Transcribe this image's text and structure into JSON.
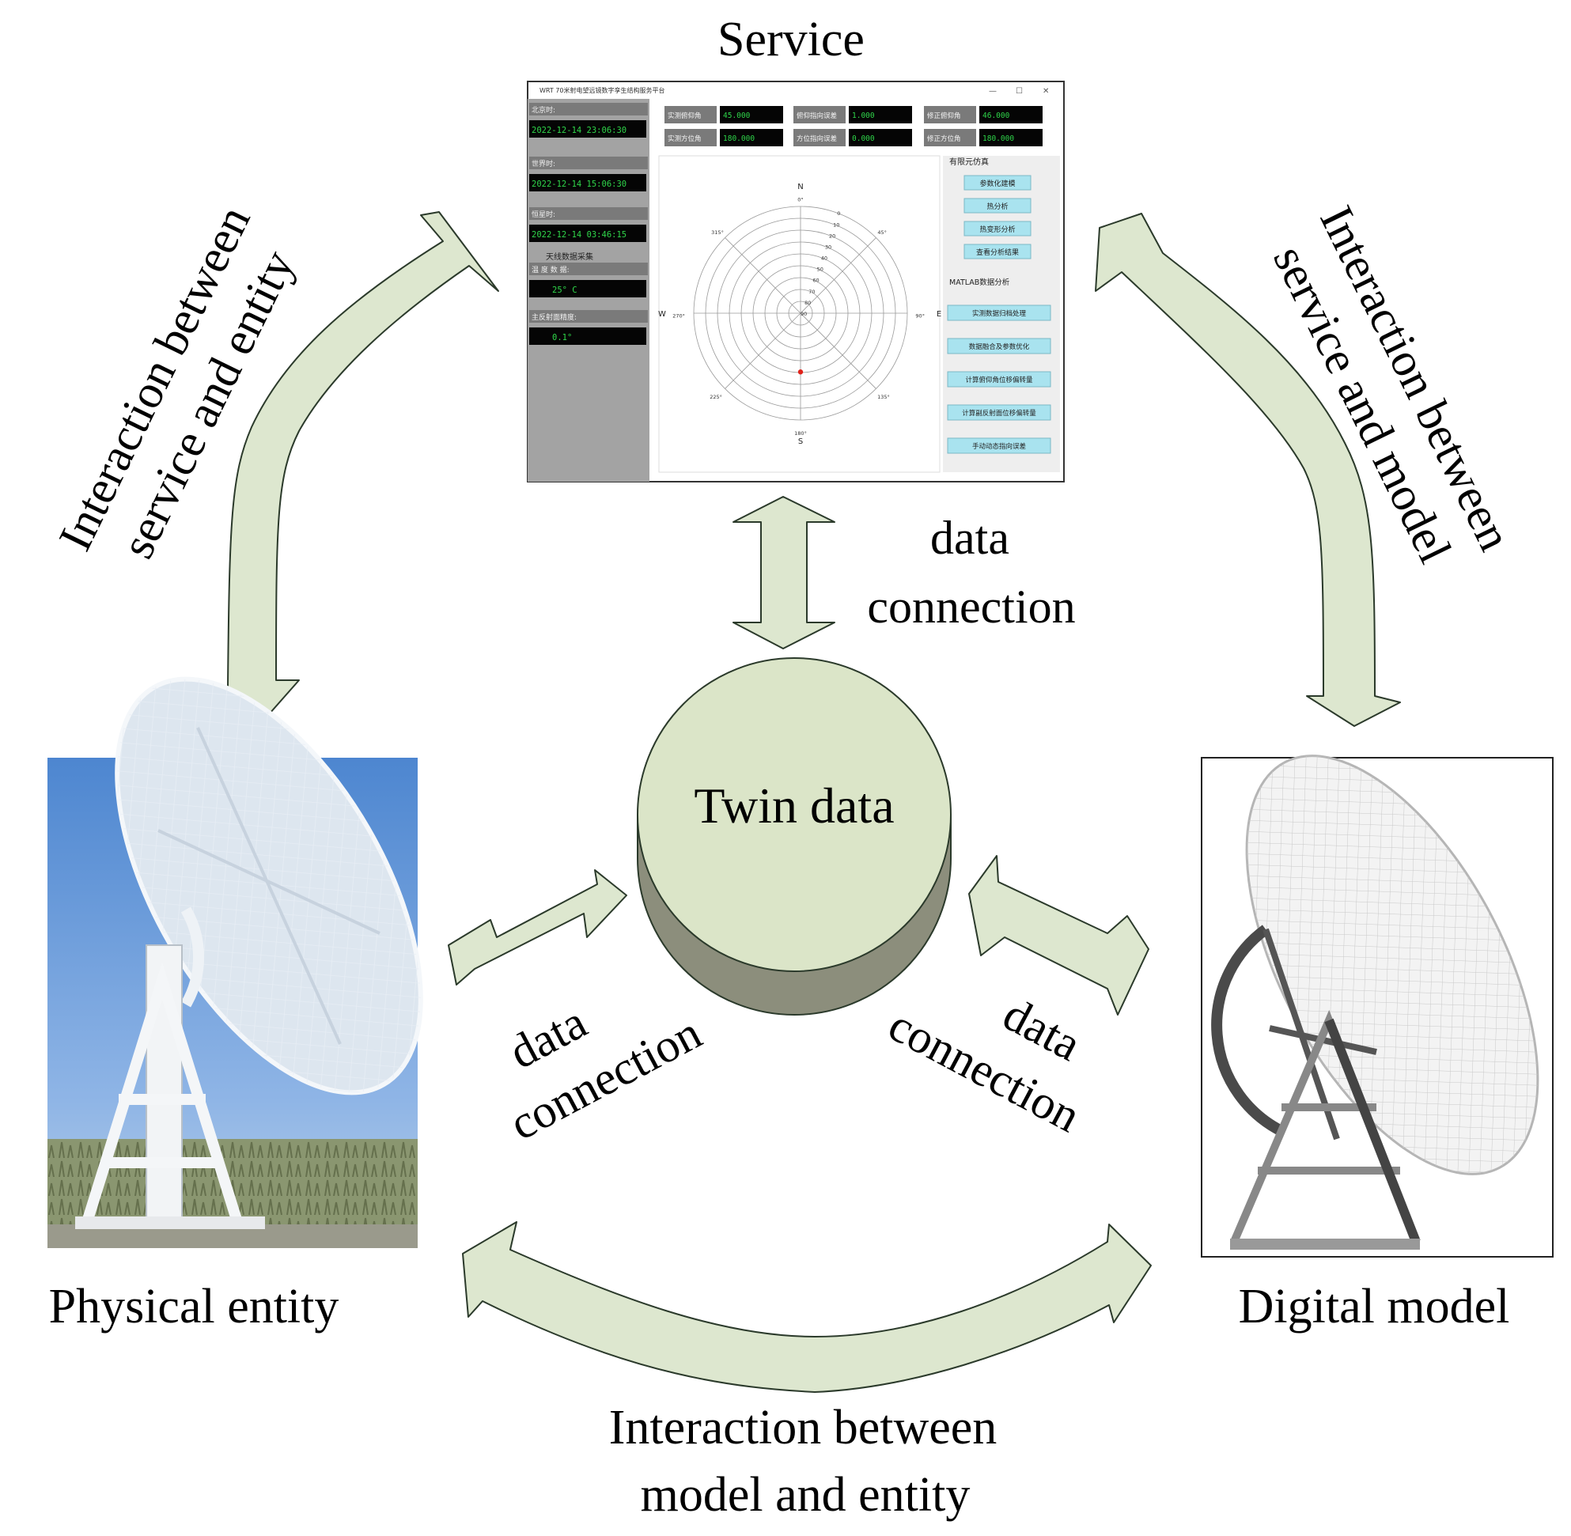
{
  "labels": {
    "service": "Service",
    "twin_data": "Twin data",
    "physical_entity": "Physical entity",
    "digital_model": "Digital model",
    "data_connection_word1": "data",
    "data_connection_word2": "connection",
    "service_entity_line1": "Interaction between",
    "service_entity_line2": "service and entity",
    "service_model_line1": "Interaction between",
    "service_model_line2": "service and model",
    "model_entity_line1": "Interaction between",
    "model_entity_line2": "model and entity"
  },
  "screenshot": {
    "window_title": "WRT 70米射电望远镜数字孪生结构服务平台",
    "left_panel": [
      {
        "label": "北京时:",
        "value": "2022-12-14 23:06:30"
      },
      {
        "label": "世界时:",
        "value": "2022-12-14 15:06:30"
      },
      {
        "label": "恒星时:",
        "value": "2022-12-14 03:46:15"
      },
      {
        "label": "天线数据采集",
        "value": ""
      },
      {
        "label": "温 度 数 据:",
        "value": "25° C"
      },
      {
        "label": "主反射面精度:",
        "value": "0.1°"
      }
    ],
    "fields": [
      {
        "label": "实测俯仰角",
        "value": "45.000"
      },
      {
        "label": "俯仰指向误差",
        "value": "1.000"
      },
      {
        "label": "修正俯仰角",
        "value": "46.000"
      },
      {
        "label": "实测方位角",
        "value": "180.000"
      },
      {
        "label": "方位指向误差",
        "value": "0.000"
      },
      {
        "label": "修正方位角",
        "value": "180.000"
      }
    ],
    "polar": {
      "north": "N",
      "south": "S",
      "east": "E",
      "west": "W",
      "deg_0": "0°",
      "deg_45": "45°",
      "deg_90": "90°",
      "deg_135": "135°",
      "deg_180": "180°",
      "deg_225": "225°",
      "deg_270": "270°",
      "deg_315": "315°",
      "ring_labels": [
        "0",
        "10",
        "20",
        "30",
        "40",
        "50",
        "60",
        "70",
        "80",
        "90"
      ]
    },
    "fem_heading": "有限元仿真",
    "fem_buttons": [
      "参数化建模",
      "热分析",
      "热变形分析",
      "查看分析结果"
    ],
    "matlab_heading": "MATLAB数据分析",
    "matlab_buttons": [
      "实测数据归档处理",
      "数据融合及参数优化",
      "计算俯仰角位移偏转量",
      "计算副反射面位移偏转量",
      "手动动态指向误差"
    ],
    "colors": {
      "green_text": "#2fd64a",
      "cyan_button": "#a9e3ef",
      "gray_panel": "#9c9c9c",
      "dark_label": "#7a7a7a"
    }
  },
  "colors": {
    "arrow_fill": "#dde7cf",
    "arrow_stroke": "#2b3a2b",
    "cylinder_top": "#dbe5c8",
    "cylinder_side": "#8c8e7c"
  }
}
